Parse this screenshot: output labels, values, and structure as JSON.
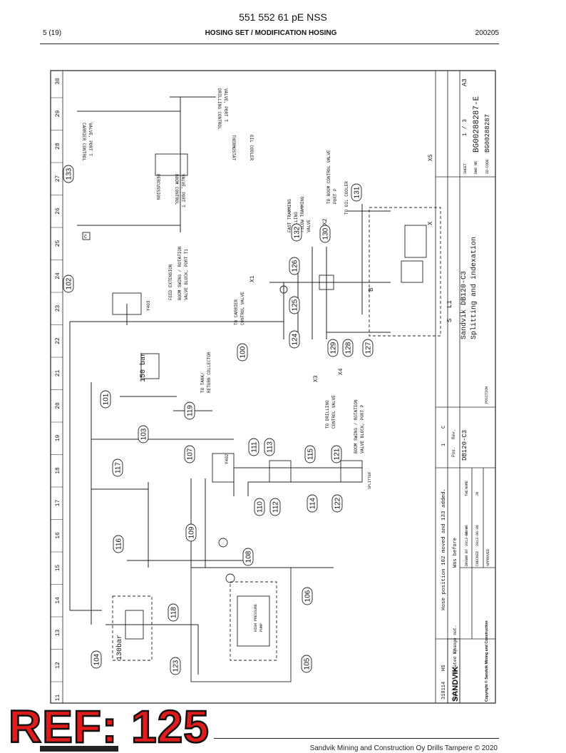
{
  "header": {
    "doc_number": "551 552 61 pE NSS",
    "page": "5 (19)",
    "title": "HOSING SET / MODIFICATION HOSING",
    "date": "200205"
  },
  "diagram": {
    "grid_numbers": [
      "30",
      "29",
      "28",
      "27",
      "26",
      "25",
      "24",
      "23",
      "22",
      "21",
      "20",
      "19",
      "18",
      "17",
      "16",
      "15",
      "14",
      "13",
      "12",
      "11"
    ],
    "labels": {
      "pressure_150": "150 bar",
      "pressure_130": "130bar",
      "feed_extension": "FEED EXTENSION",
      "boom_swing_t1_a": "BOOM SWING / ROTATION",
      "boom_swing_t1_b": "VALVE BLOCK, PORT T1",
      "to_tank_a": "TO TANK/",
      "to_tank_b": "RETURN COLLECTOR",
      "carrier_cv_a": "CARRIER CONTROL",
      "carrier_cv_b": "VALVE, PORT T",
      "drilling_cv_a": "DRILLING CONTROL",
      "drilling_cv_b": "VALVE, PORT T",
      "thermostat": "THERMOSTAT",
      "oil_cooler": "OIL COOLER",
      "boom_cv_a": "BOOM CONTROL",
      "boom_cv_b": "VALVE, PORT T",
      "percussion": "PERCUSSION",
      "to_carrier_a": "TO CARRIER",
      "to_carrier_b": "CONTROL VALVE",
      "fast_tramming_a": "FAST TRAMMING",
      "fast_tramming_b": "DRILLING",
      "fast_tramming_c": "/SLOW TRAMMING",
      "fast_tramming_d": "VALVE",
      "to_boom_cv_a": "TO BOOM CONTROL VALVE",
      "to_boom_cv_b": "PORT P",
      "to_oil_cooler": "TO OIL COOLER",
      "to_drilling_a": "TO DRILLING",
      "to_drilling_b": "CONTROL VALVE",
      "boom_swing_p_a": "BOOM SWING / ROTATION",
      "boom_swing_p_b": "VALVE BLOCK, PORT P",
      "splitter": "SPLITTER",
      "hp_pump_a": "HIGH PRESSURE",
      "hp_pump_b": "PUMP",
      "y403": "Y403",
      "y402": "Y402",
      "x1": "X1",
      "x2": "X2",
      "x3": "X3",
      "x4": "X4",
      "x5": "X5",
      "x": "X",
      "b": "B",
      "s": "S",
      "l1": "L1",
      "c_box": "C"
    },
    "balloons": [
      "133",
      "132",
      "131",
      "130",
      "126",
      "125",
      "124",
      "129",
      "128",
      "127",
      "102",
      "100",
      "101",
      "103",
      "119",
      "107",
      "111",
      "113",
      "115",
      "121",
      "117",
      "110",
      "112",
      "114",
      "122",
      "116",
      "109",
      "108",
      "106",
      "118",
      "104",
      "123",
      "105"
    ]
  },
  "title_block": {
    "company": "Sandvik DB120-C3",
    "description": "Splitting and indexation",
    "sheet_label": "SHEET",
    "sheet": "1 / 3",
    "size": "A3",
    "dwg_label": "DWG NR",
    "dwg_number": "BG00288287-E",
    "id_label": "ID-CODE",
    "id_code": "BG00288287",
    "position_label": "POSITION",
    "model": "DB120-C3",
    "change_note": "Hose position 102 moved and 133 added.",
    "was_before": "Was before",
    "pos_label": "Pos.",
    "rev_label": "Rev.",
    "pos_value": "1",
    "rev_value": "C",
    "rev_date": "310114",
    "rev_by": "HS",
    "date_label": "Date",
    "updated_label": "Updated by",
    "change_label": "Change not.",
    "date_col": "Date",
    "name_col": "NAME",
    "drawn_by": "DRAWN BY",
    "checked": "CHECKED",
    "approved": "APPROVED",
    "drawn_date": "2013-06-06",
    "drawn_name": "THE",
    "checked_date": "2013-06-06",
    "checked_name": "JN",
    "logo": "SANDVIK",
    "copyright": "Copyright © Sandvik Mining and Construction"
  },
  "ref_label": "REF: 125",
  "footer": {
    "text": "Sandvik Mining and Construction Oy Drills Tampere © 2020"
  }
}
